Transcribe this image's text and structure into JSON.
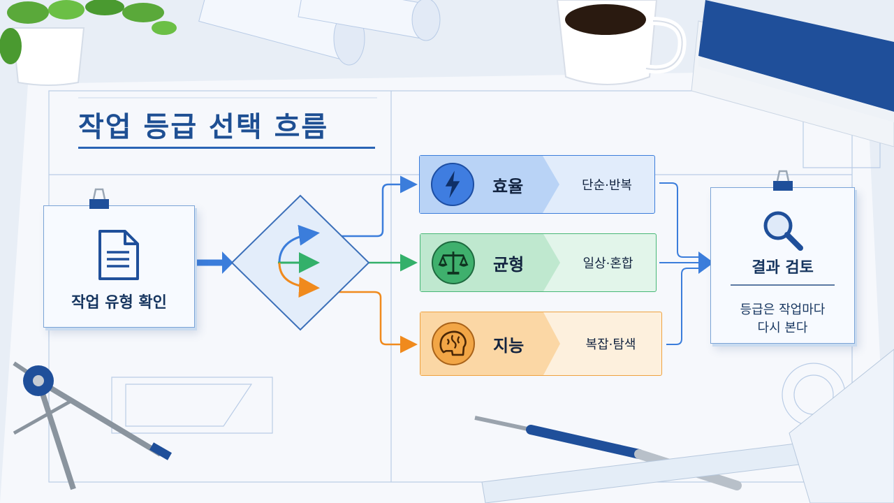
{
  "title": "작업 등급 선택 흐름",
  "start": {
    "label": "작업 유형 확인",
    "icon": "document-icon"
  },
  "decision": {
    "icon": "branch-arrows-icon"
  },
  "tiers": [
    {
      "name": "효율",
      "desc": "단순·반복",
      "icon": "lightning-icon",
      "color": "#3b7ddb"
    },
    {
      "name": "균형",
      "desc": "일상·혼합",
      "icon": "scales-icon",
      "color": "#47b776"
    },
    {
      "name": "지능",
      "desc": "복잡·탐색",
      "icon": "brain-icon",
      "color": "#efa23f"
    }
  ],
  "result": {
    "label": "결과 검토",
    "line1": "등급은 작업마다",
    "line2": "다시 본다",
    "icon": "magnifier-icon"
  },
  "colors": {
    "title": "#1e4f93",
    "line": "#2a64b5",
    "blue": "#3b7ddb",
    "green": "#47b776",
    "orange": "#efa23f"
  }
}
